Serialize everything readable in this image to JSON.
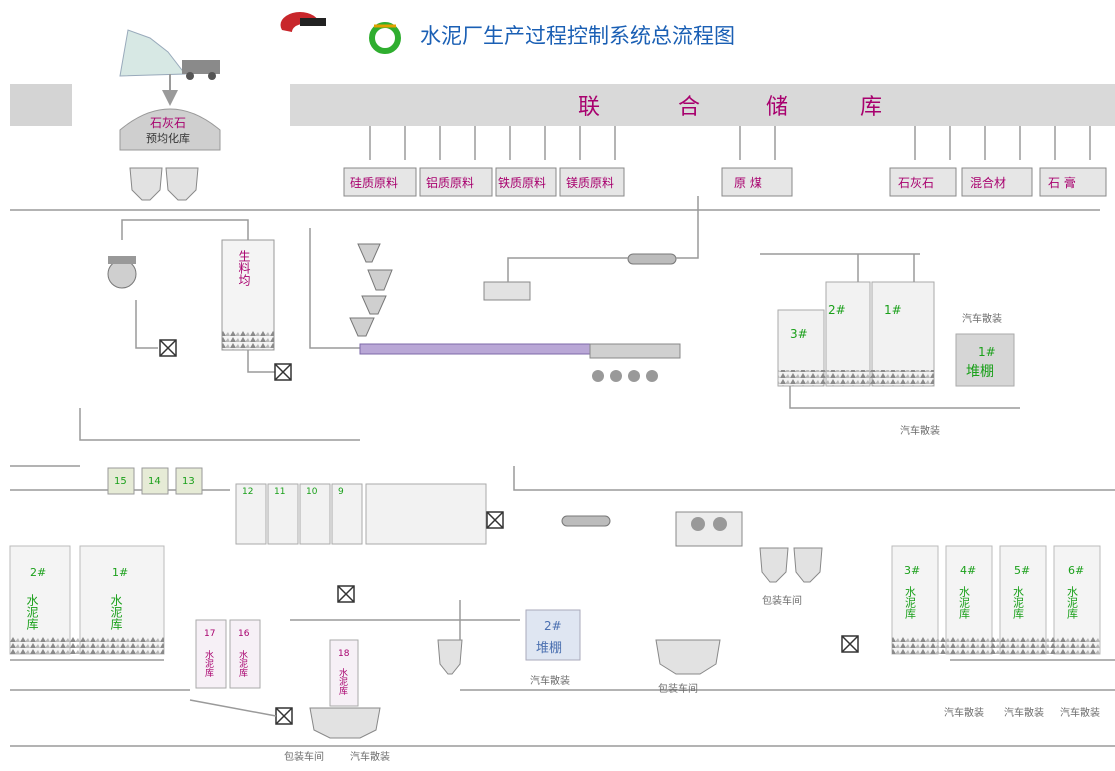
{
  "header": {
    "title": "水泥厂生产过程控制系统总流程图"
  },
  "storage": {
    "banner": [
      "联",
      "合",
      "储",
      "库"
    ]
  },
  "quarry": {
    "dome_label_line1": "石灰石",
    "dome_label_line2": "预均化库"
  },
  "raw_bins": [
    {
      "label": "硅质原料"
    },
    {
      "label": "铝质原料"
    },
    {
      "label": "铁质原料"
    },
    {
      "label": "镁质原料"
    }
  ],
  "coal_bin": {
    "label": "原 煤"
  },
  "right_bins": [
    {
      "label": "石灰石"
    },
    {
      "label": "混合材"
    },
    {
      "label": "石 膏"
    }
  ],
  "raw_meal_silo": {
    "label": "生料均"
  },
  "shed1": {
    "label_top": "1#",
    "label_bottom": "堆棚"
  },
  "shed2": {
    "label_top": "2#",
    "label_bottom": "堆棚"
  },
  "clinker_silos": [
    {
      "label": "3#"
    },
    {
      "label": "2#"
    },
    {
      "label": "1#"
    }
  ],
  "small_bins": [
    "15",
    "14",
    "13"
  ],
  "small_bins2": [
    "12",
    "11",
    "10",
    "9"
  ],
  "cement_silos_left": [
    {
      "num": "2#",
      "char": "水泥库"
    },
    {
      "num": "1#",
      "char": "水泥库"
    }
  ],
  "cement_silos_right": [
    {
      "num": "3#",
      "char": "水泥库"
    },
    {
      "num": "4#",
      "char": "水泥库"
    },
    {
      "num": "5#",
      "char": "水泥库"
    },
    {
      "num": "6#",
      "char": "水泥库"
    }
  ],
  "middle_silos": [
    {
      "num": "17",
      "char": "水泥库"
    },
    {
      "num": "16",
      "char": "水泥库"
    }
  ],
  "silo18": {
    "num": "18",
    "char": "水泥库"
  },
  "dispatch_labels": [
    "汽车散装",
    "汽车散装",
    "汽车散装",
    "包装车间",
    "包装车间",
    "汽车散装",
    "汽车散装",
    "汽车散装",
    "汽车散装",
    "包装车间"
  ]
}
